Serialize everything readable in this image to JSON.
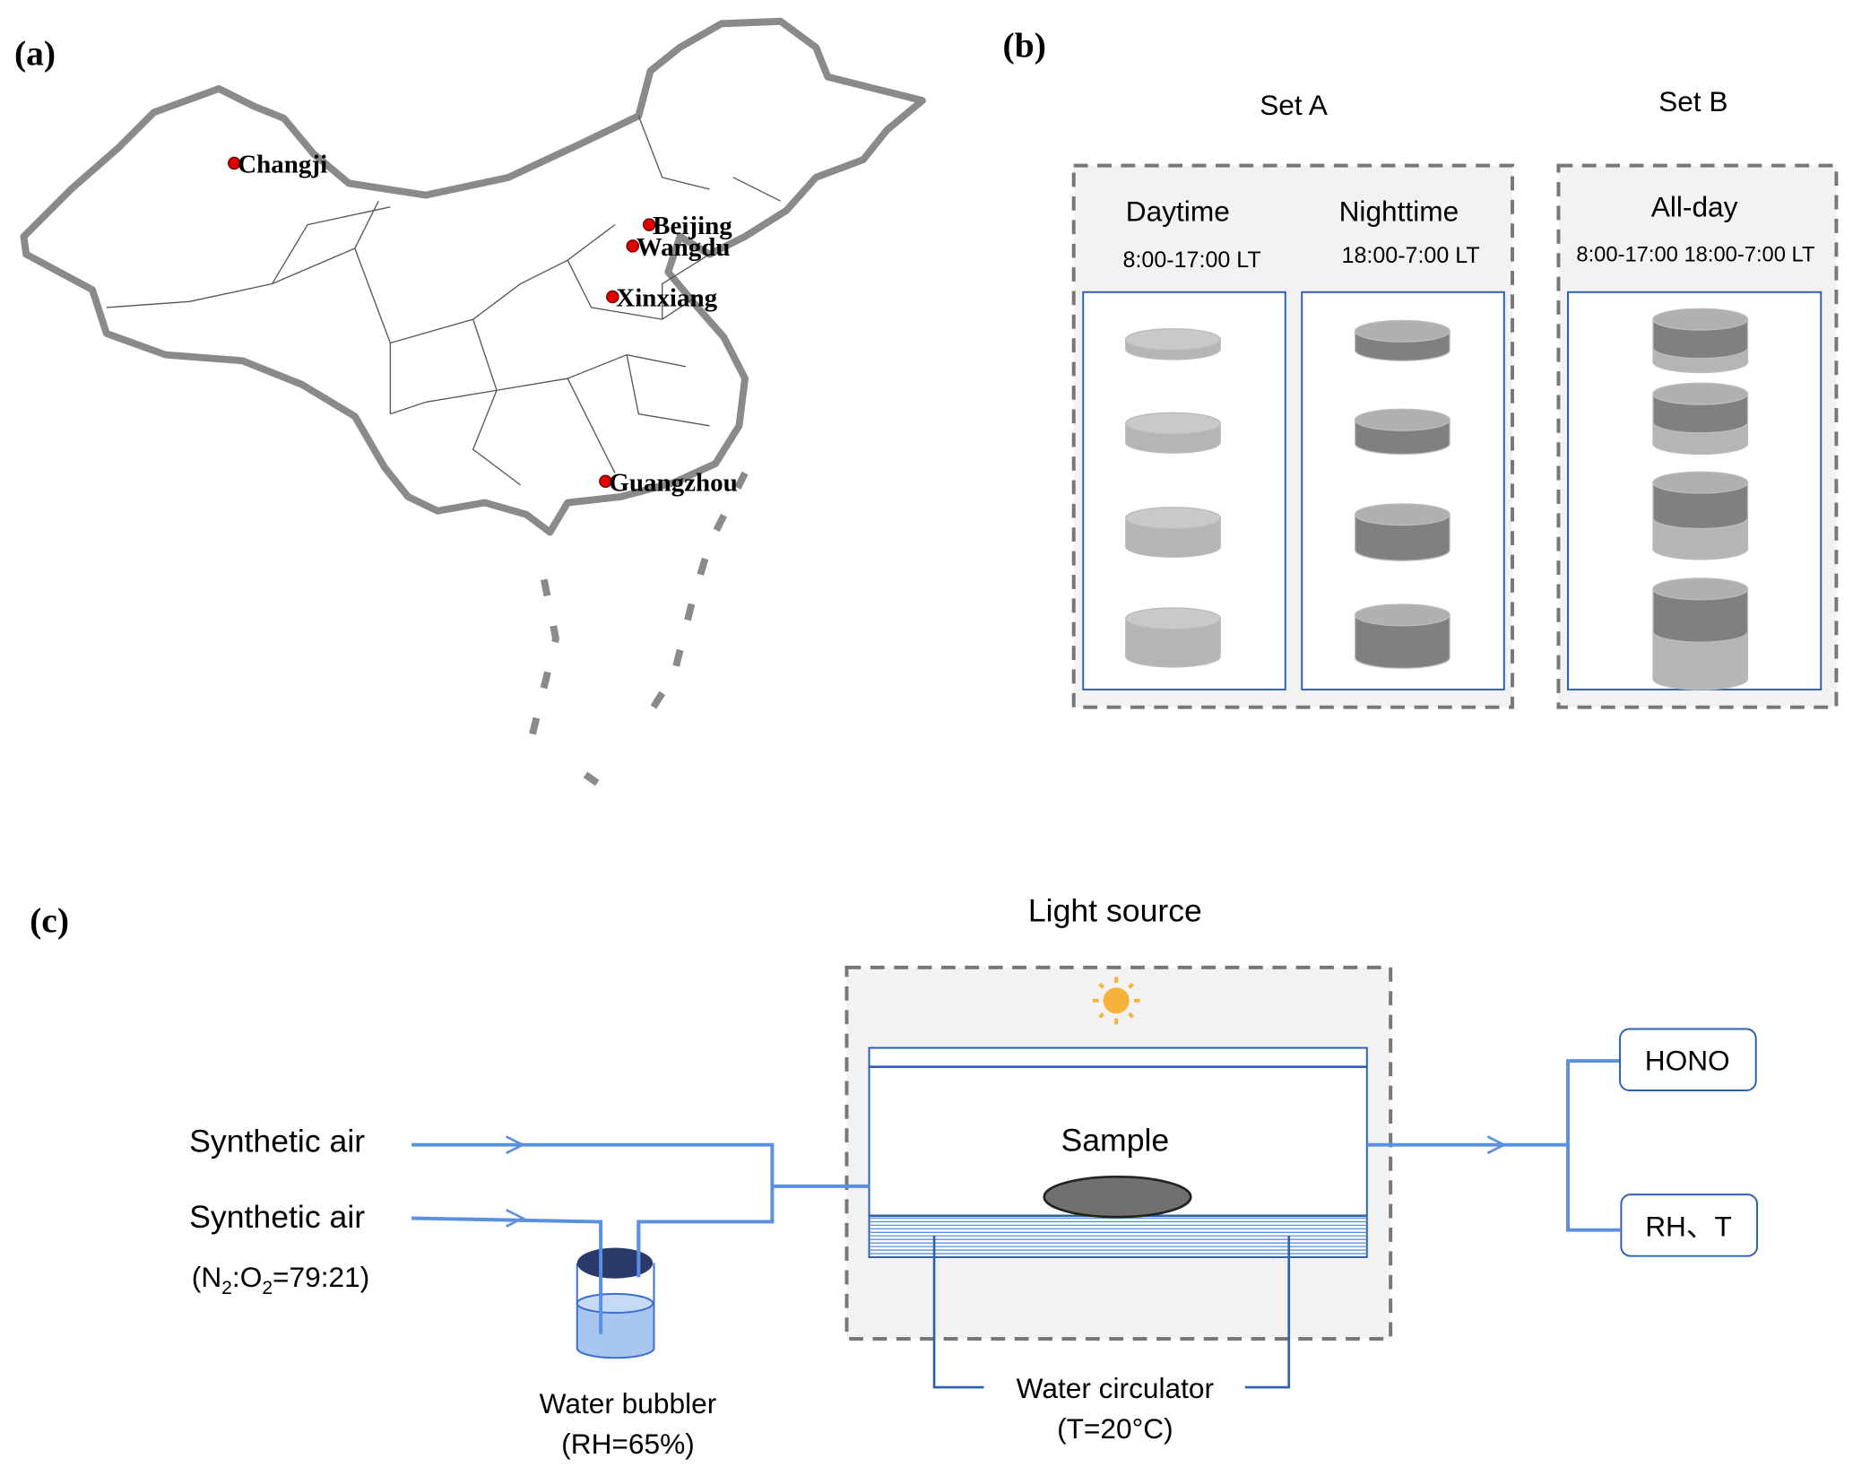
{
  "panel_a": {
    "label": "(a)",
    "cities": [
      {
        "name": "Changji"
      },
      {
        "name": "Beijing"
      },
      {
        "name": "Wangdu"
      },
      {
        "name": "Xinxiang"
      },
      {
        "name": "Guangzhou"
      }
    ],
    "marker_color": "#e00000"
  },
  "panel_b": {
    "label": "(b)",
    "set_a": {
      "title": "Set A",
      "daytime": {
        "title": "Daytime",
        "time": "8:00-17:00 LT"
      },
      "nighttime": {
        "title": "Nighttime",
        "time": "18:00-7:00 LT"
      }
    },
    "set_b": {
      "title": "Set B",
      "allday": {
        "title": "All-day",
        "time": "8:00-17:00 18:00-7:00 LT"
      }
    },
    "colors": {
      "daytime": "#b5b5b5",
      "nighttime": "#808080",
      "frame": "#2f5fb3"
    }
  },
  "panel_c": {
    "label": "(c)",
    "light_source": "Light source",
    "synthetic_air_1": "Synthetic air",
    "synthetic_air_2": "Synthetic air",
    "ratio_prefix": "(N",
    "ratio_sub1": "2",
    "ratio_mid": ":O",
    "ratio_sub2": "2",
    "ratio_suffix": "=79:21)",
    "sample": "Sample",
    "water_bubbler": "Water bubbler",
    "bubbler_rh": "(RH=65%)",
    "water_circulator": "Water circulator",
    "circulator_t": "(T=20°C)",
    "hono": "HONO",
    "rh_t": "RH、T",
    "colors": {
      "flow": "#5b8fe0",
      "sun": "#f7b23b",
      "lid": "#2b3a6b",
      "water": "#a9c6f0"
    }
  }
}
